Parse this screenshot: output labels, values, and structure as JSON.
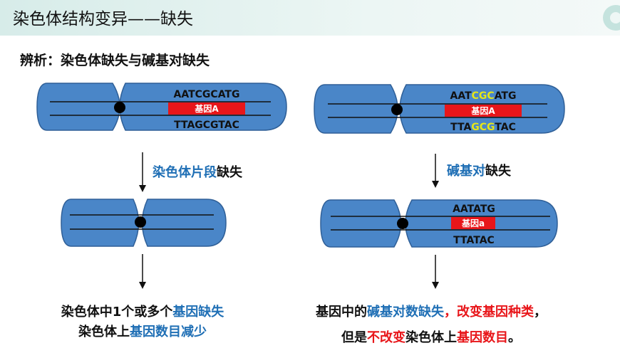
{
  "header": {
    "title": "染色体结构变异——缺失"
  },
  "subtitle": "辨析：染色体缺失与碱基对缺失",
  "left": {
    "seq_top": "AATCGCATG",
    "gene_label": "基因A",
    "seq_bottom": "TTAGCGTAC",
    "arrow_label_blue": "染色体片段",
    "arrow_label_black": "缺失",
    "conclusion_line1": {
      "a": "染色体中1个或多个",
      "b": "基因缺失"
    },
    "conclusion_line2": {
      "a": "染色体上",
      "b": "基因数目减少"
    }
  },
  "right": {
    "seq_top": {
      "a": "AAT",
      "b": "CGC",
      "c": "ATG"
    },
    "gene_label": "基因A",
    "seq_bottom": {
      "a": "TTA",
      "b": "GCG",
      "c": "TAC"
    },
    "arrow_label_blue": "碱基对",
    "arrow_label_black": "缺失",
    "mut_seq_top": "AATATG",
    "mut_gene_label": "基因a",
    "mut_seq_bottom": "TTATAC",
    "conclusion_line1": {
      "a": "基因中的",
      "b": "碱基对数缺失",
      "c": "，",
      "d": "改变基因种类",
      "e": "，"
    },
    "conclusion_line2": {
      "a": "但是",
      "b": "不改变",
      "c": "染色体上",
      "d": "基因数目",
      "e": "。"
    }
  },
  "colors": {
    "chromosome": "#4a86c8",
    "gene": "#e8161a",
    "highlight": "#e6e617",
    "blue_text": "#1f6fb5",
    "red_text": "#e8161a"
  }
}
